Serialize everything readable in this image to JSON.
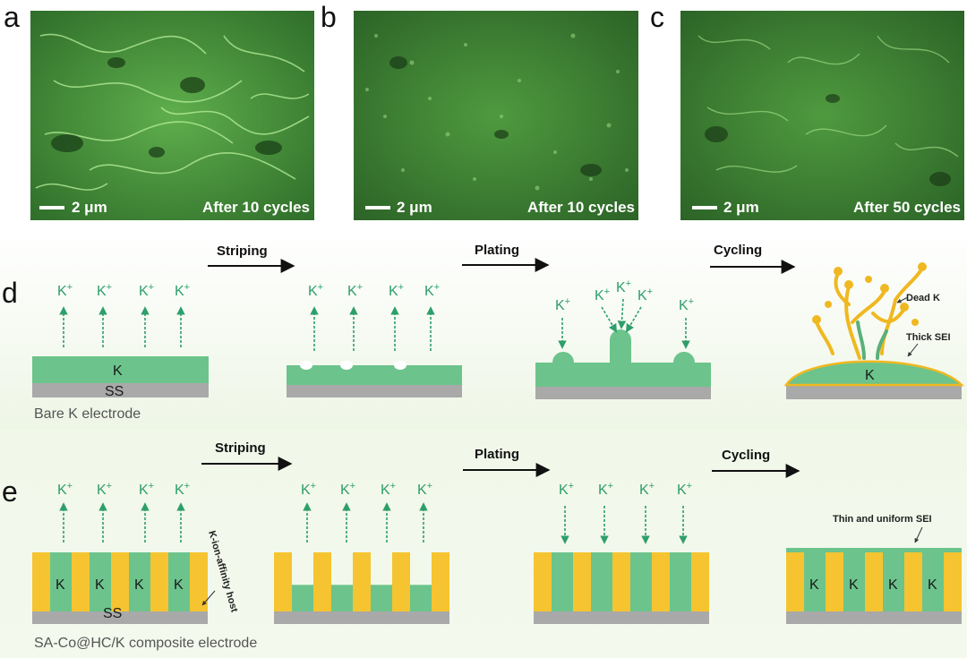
{
  "panels": {
    "a": {
      "label": "a",
      "scale": "2 μm",
      "caption": "After 10 cycles"
    },
    "b": {
      "label": "b",
      "scale": "2 μm",
      "caption": "After 10 cycles"
    },
    "c": {
      "label": "c",
      "scale": "2 μm",
      "caption": "After 50 cycles"
    }
  },
  "row_d": {
    "label": "d",
    "steps": [
      "Striping",
      "Plating",
      "Cycling"
    ],
    "ion": "K",
    "ion_sup": "+",
    "metal": "K",
    "substrate": "SS",
    "dead_k": "Dead K",
    "thick_sei": "Thick SEI",
    "caption": "Bare K electrode"
  },
  "row_e": {
    "label": "e",
    "steps": [
      "Striping",
      "Plating",
      "Cycling"
    ],
    "ion": "K",
    "ion_sup": "+",
    "metal": "K",
    "substrate": "SS",
    "host": "K-ion-affinity host",
    "sei": "Thin and uniform SEI",
    "caption": "SA-Co@HC/K composite electrode"
  },
  "colors": {
    "k_metal": "#6cc48c",
    "host": "#f5c430",
    "substrate": "#a9a9a9",
    "ion": "#2e9e6a",
    "sem": "#3f8a38",
    "dendrite": "#f0b820"
  }
}
